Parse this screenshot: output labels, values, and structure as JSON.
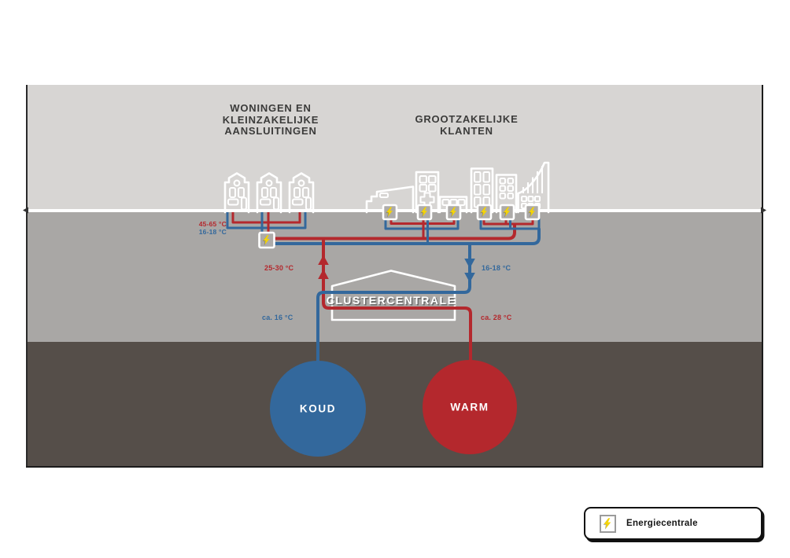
{
  "diagram": {
    "title_left": [
      "WONINGEN EN",
      "KLEINZAKELIJKE",
      "AANSLUITINGEN"
    ],
    "title_right": [
      "GROOTZAKELIJKE",
      "KLANTEN"
    ],
    "temps": {
      "homes_supply": "45-65 °C",
      "homes_return": "16-18 °C",
      "cluster_supply": "25-30 °C",
      "cluster_return": "16-18 °C",
      "source_cold": "ca. 16 °C",
      "source_warm": "ca. 28 °C"
    },
    "cluster_label": "CLUSTERCENTRALE",
    "cold_source_label": "KOUD",
    "warm_source_label": "WARM",
    "colors": {
      "warm_red": "#b4282d",
      "cold_blue": "#33689c",
      "bolt_yellow": "#f4d408",
      "sky_gray": "#d7d5d3",
      "ground_gray": "#a9a7a5",
      "subsoil_brown": "#554e49"
    }
  },
  "legend": {
    "energy_plant_label": "Energiecentrale"
  }
}
